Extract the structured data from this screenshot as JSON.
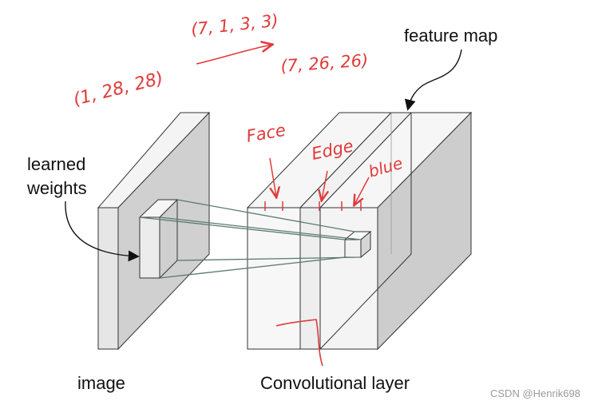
{
  "labels": {
    "feature_map": "feature map",
    "learned_weights_line1": "learned",
    "learned_weights_line2": "weights",
    "image": "image",
    "conv_layer": "Convolutional layer"
  },
  "annotations": {
    "input_shape": "(1, 28, 28)",
    "kernel_shape": "(7, 1, 3, 3)",
    "output_shape": "(7, 26, 26)",
    "channel_face": "Face",
    "channel_edge": "Edge",
    "channel_blue": "blue"
  },
  "watermark": "CSDN @Henrik698",
  "colors": {
    "annotation_red": "#e03a3a",
    "slab_front": "#f2f2f2",
    "slab_side": "#d4d4d4",
    "kernel_line": "#5a7a70"
  }
}
